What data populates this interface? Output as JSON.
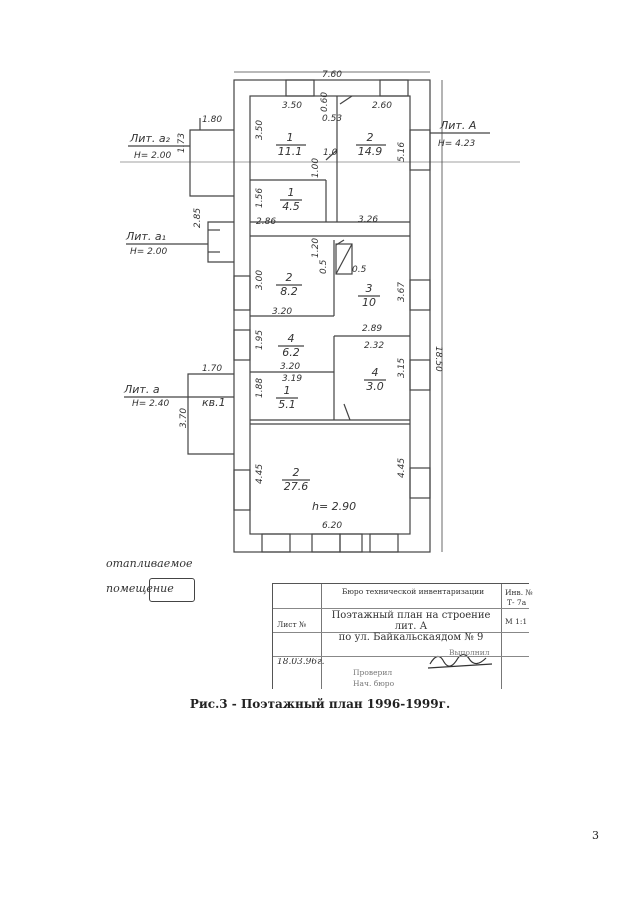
{
  "plan": {
    "top_dims": {
      "overall": "7.60",
      "left": "3.50",
      "right": "2.60"
    },
    "lit_a2": {
      "name": "Лит. а₂",
      "height": "H= 2.00"
    },
    "lit_a1": {
      "name": "Лит. а₁",
      "height": "H= 2.00"
    },
    "lit_a": {
      "name": "Лит. а",
      "height": "H= 2.40"
    },
    "lit_A": {
      "name": "Лит. А",
      "height": "H= 4.23"
    },
    "kv": "кв.1",
    "height_note": "h= 2.90",
    "rooms": [
      {
        "num": "1",
        "area": "11.1"
      },
      {
        "num": "2",
        "area": "14.9"
      },
      {
        "num": "1",
        "area": "4.5"
      },
      {
        "num": "2",
        "area": "8.2"
      },
      {
        "num": "3",
        "area": "10"
      },
      {
        "num": "4",
        "area": "6.2"
      },
      {
        "num": "4",
        "area": "3.0"
      },
      {
        "num": "1",
        "area": "5.1"
      },
      {
        "num": "2",
        "area": "27.6"
      }
    ],
    "dims": {
      "d180": "1.80",
      "d173": "1.73",
      "d350v": "3.50",
      "d060": "0.60",
      "d053": "0.53",
      "d010": "1.0",
      "d100": "1.00",
      "d516": "5.16",
      "d156": "1.56",
      "d286a": "2.86",
      "d326": "3.26",
      "d285": "2.85",
      "d120": "1.20",
      "d050a": "0.5",
      "d050b": "0.5",
      "d300": "3.00",
      "d367": "3.67",
      "d320": "3.20",
      "d1850": "18.50",
      "d289": "2.89",
      "d195": "1.95",
      "d232": "2.32",
      "d320b": "3.20",
      "d170": "1.70",
      "d315": "3.15",
      "d319": "3.19",
      "d188": "1.88",
      "d370": "3.70",
      "d445a": "4.45",
      "d445b": "4.45",
      "d620": "6.20"
    }
  },
  "legend": {
    "line1": "отапливаемое",
    "line2": "помещение"
  },
  "stamp": {
    "bureau": "Бюро технической инвентаризации",
    "inv": "Инв. №",
    "inv_sub": "Т- 7а",
    "list": "Лист №",
    "title_line1": "Поэтажный план на строение",
    "title_line2": "лит. А",
    "title_line3": "по ул. Байкальскаядом № 9",
    "scale": "М 1:1",
    "date": "18.03.96г.",
    "small1": "Выполнил",
    "small2": "Проверил",
    "small3": "Нач. бюро"
  },
  "caption": "Рис.3 - Поэтажный план 1996-1999г.",
  "page_number": "3"
}
